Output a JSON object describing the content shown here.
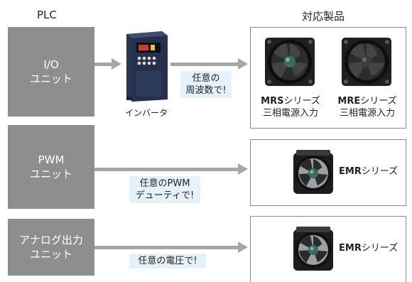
{
  "headers": {
    "plc": "PLC",
    "products": "対応製品"
  },
  "rows": [
    {
      "plc_line1": "I/O",
      "plc_line2": "ユニット",
      "device_label": "インバータ",
      "signal_line1": "任意の",
      "signal_line2": "周波数で!",
      "products": [
        {
          "model": "MRS",
          "suffix": "シリーズ",
          "line2": "三相電源入力"
        },
        {
          "model": "MRE",
          "suffix": "シリーズ",
          "line2": "三相電源入力"
        }
      ]
    },
    {
      "plc_line1": "PWM",
      "plc_line2": "ユニット",
      "signal_line1": "任意のPWM",
      "signal_line2": "デューティで!",
      "products": [
        {
          "model": "EMR",
          "suffix": "シリーズ"
        }
      ]
    },
    {
      "plc_line1": "アナログ出力",
      "plc_line2": "ユニット",
      "signal_line1": "任意の電圧で!",
      "products": [
        {
          "model": "EMR",
          "suffix": "シリーズ"
        }
      ]
    }
  ],
  "colors": {
    "plc_box": "#8e8e8e",
    "arrow": "#a6a6a6",
    "signal_tag": "#e6f2fa",
    "product_border": "#8a8a8a"
  },
  "icons": [
    "inverter-icon",
    "fan-icon",
    "fan-icon",
    "fan-icon",
    "fan-icon"
  ]
}
